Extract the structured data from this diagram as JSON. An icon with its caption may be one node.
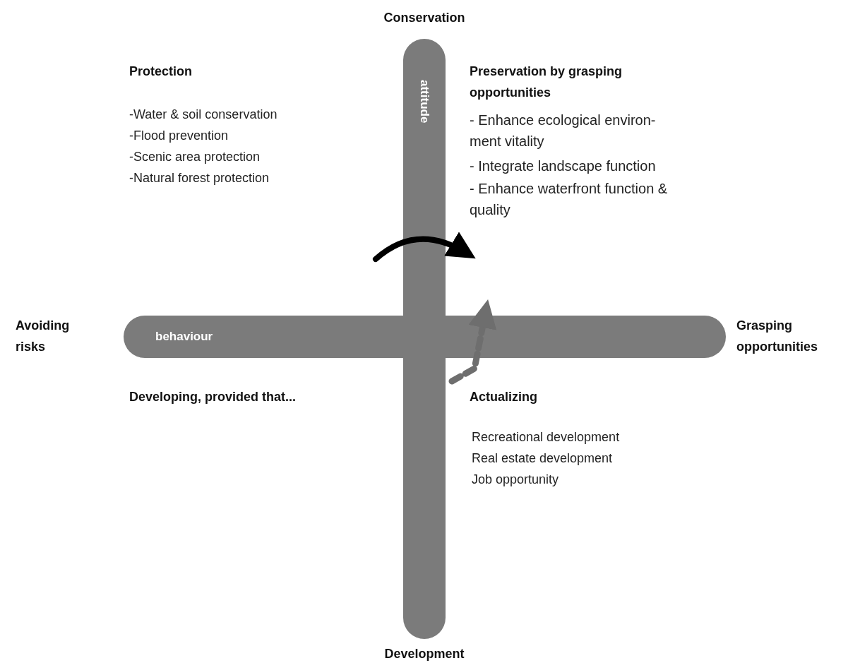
{
  "diagram": {
    "nodes": [
      {
        "text": [
          "attitude"
        ]
      },
      {
        "text": [
          "behaviour"
        ]
      }
    ],
    "labels": [
      "Conservation",
      "Protection",
      "-Water & soil conservation",
      "-Flood prevention",
      "-Scenic area protection",
      "-Natural forest protection",
      "Preservation by grasping opportunities",
      "- Enhance ecological environ- ment vitality",
      "- Integrate landscape function",
      "- Enhance waterfront function & quality",
      "Avoiding risks",
      "Grasping opportunities",
      "Developing, provided that...",
      "Actualizing",
      "Recreational development",
      "Real estate development",
      "Job opportunity",
      "Development"
    ]
  }
}
